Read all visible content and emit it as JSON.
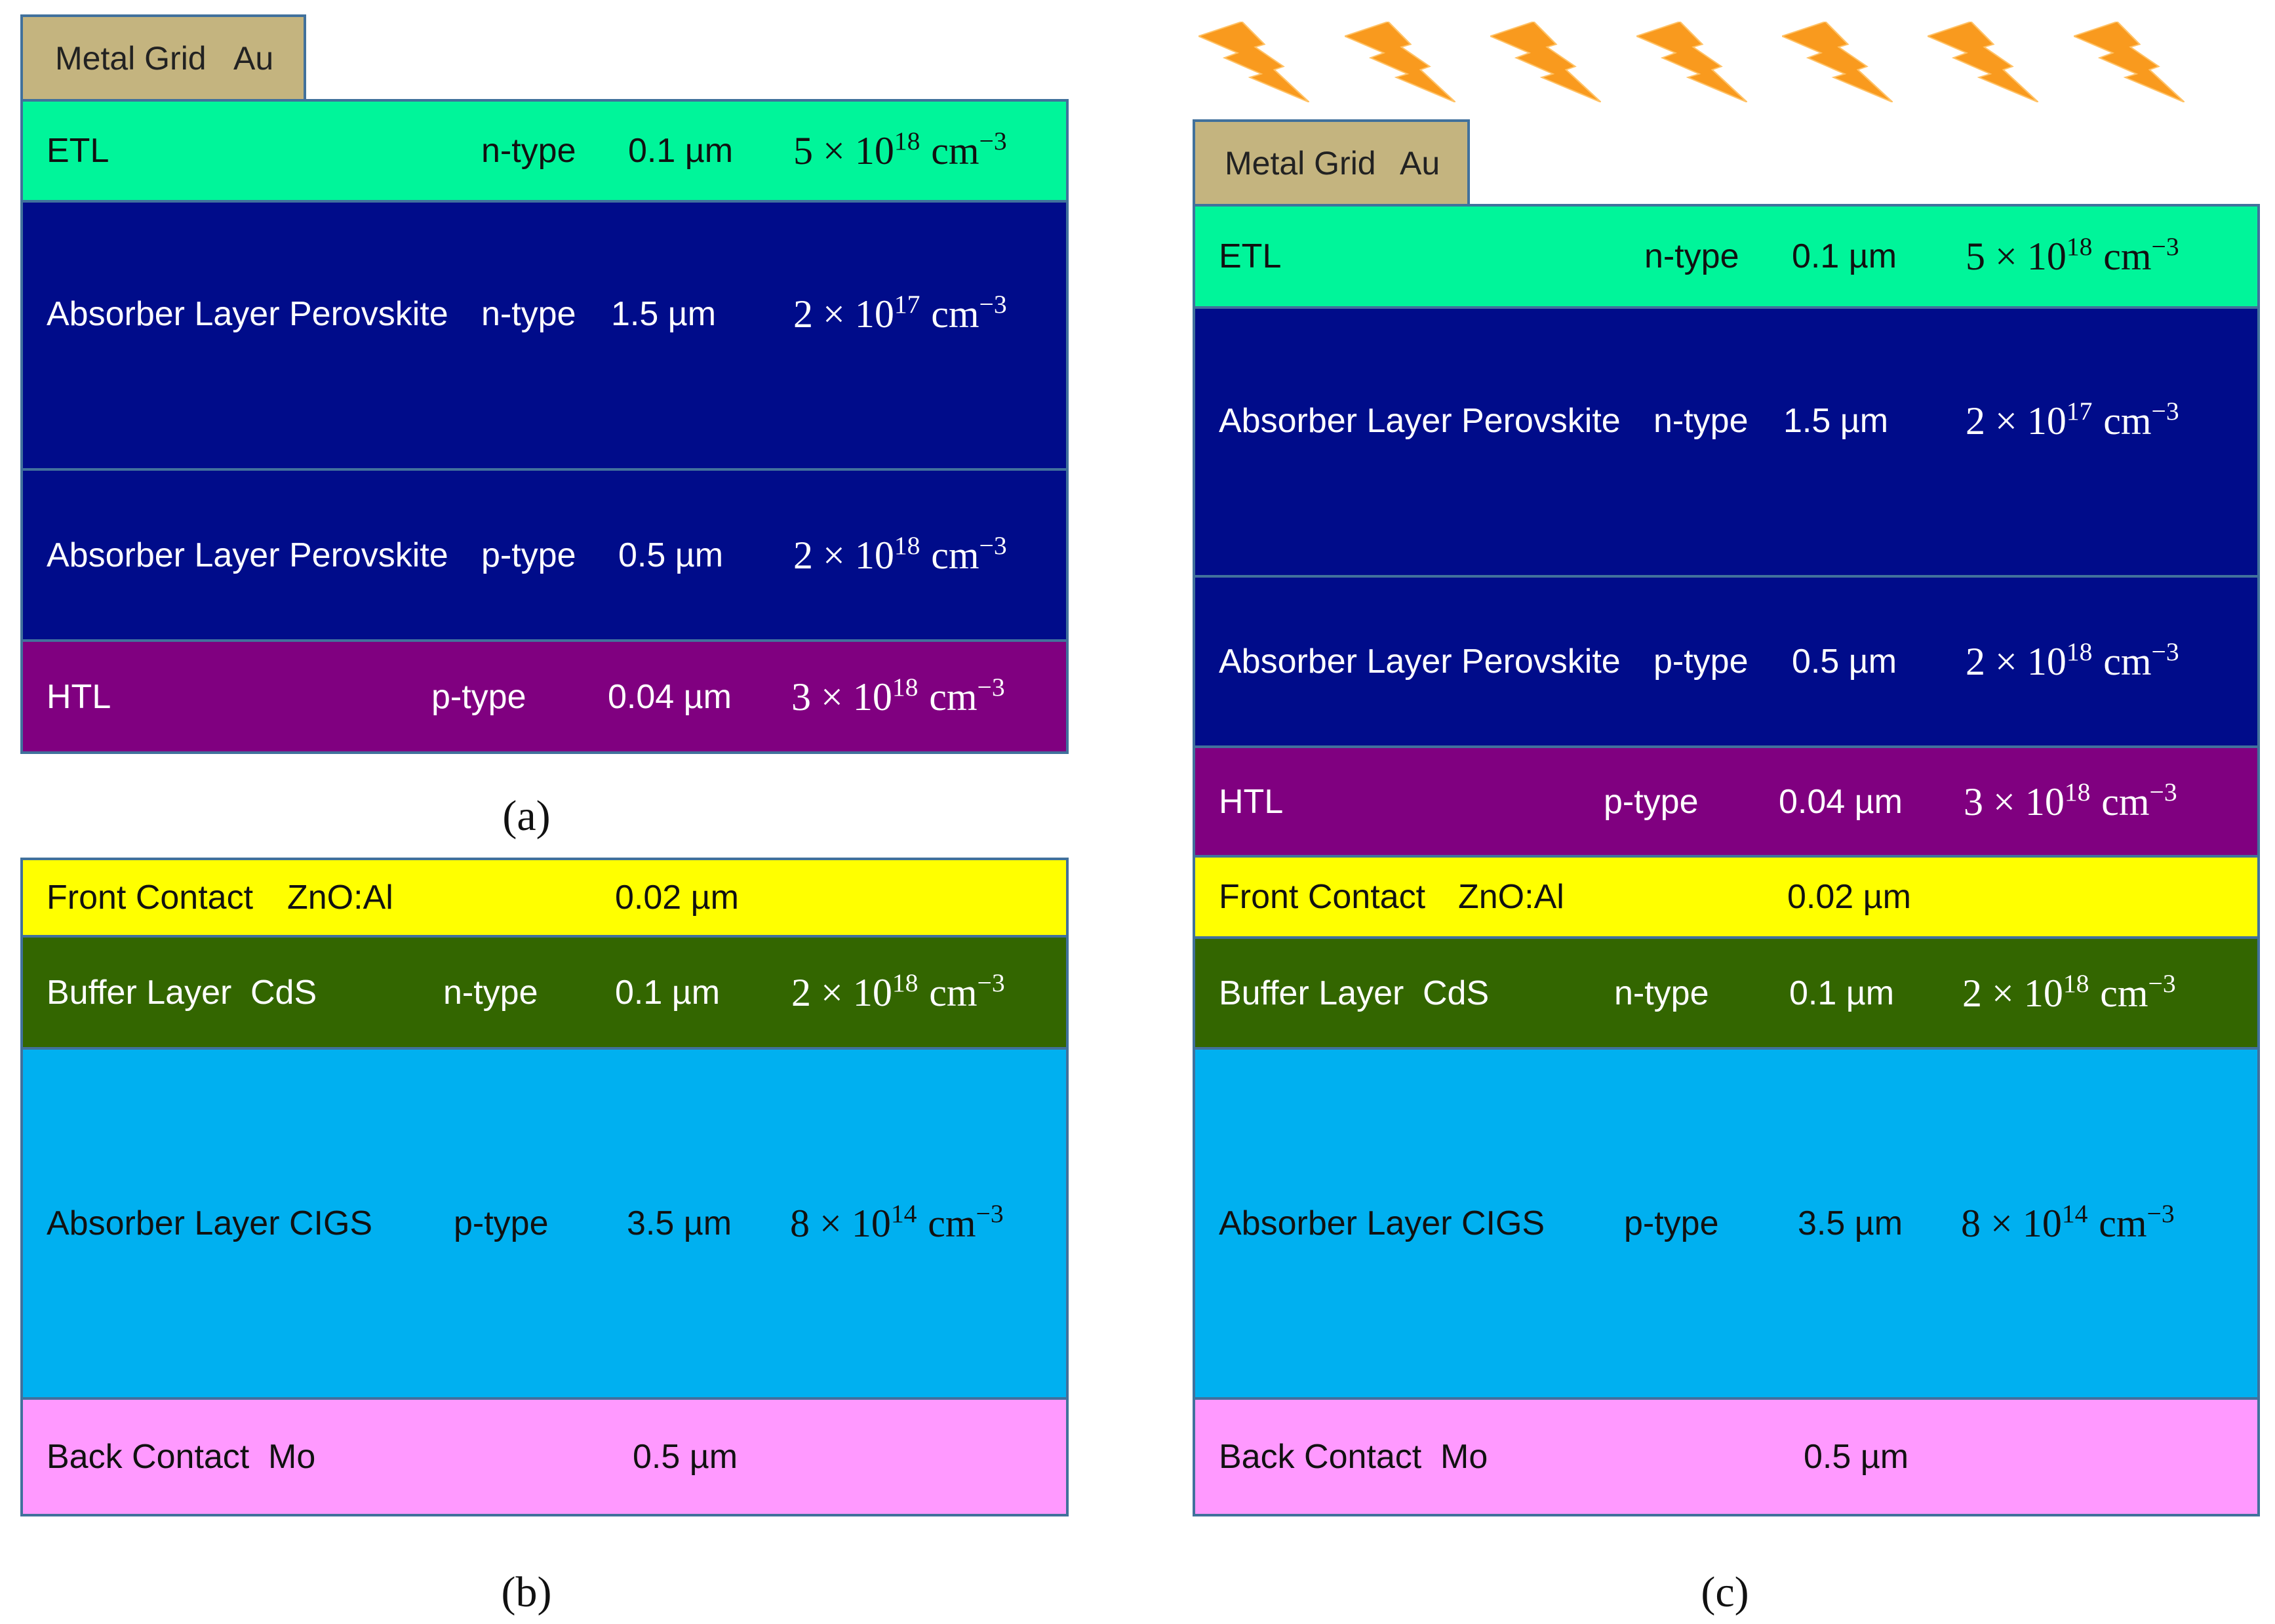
{
  "panels": {
    "a": {
      "caption": "(a)",
      "metal_grid": {
        "label": "Metal Grid",
        "material": "Au"
      },
      "layers": [
        {
          "name": "ETL",
          "type": "n-type",
          "thickness": "0.1 µm",
          "doping": {
            "mantissa": "5 × 10",
            "exponent": "18",
            "unit": "cm",
            "unit_exponent": "−3"
          }
        },
        {
          "name": "Absorber Layer Perovskite",
          "type": "n-type",
          "thickness": "1.5 µm",
          "doping": {
            "mantissa": "2 × 10",
            "exponent": "17",
            "unit": "cm",
            "unit_exponent": "−3"
          }
        },
        {
          "name": "Absorber Layer Perovskite",
          "type": "p-type",
          "thickness": "0.5 µm",
          "doping": {
            "mantissa": "2 × 10",
            "exponent": "18",
            "unit": "cm",
            "unit_exponent": "−3"
          }
        },
        {
          "name": "HTL",
          "type": "p-type",
          "thickness": "0.04 µm",
          "doping": {
            "mantissa": "3 × 10",
            "exponent": "18",
            "unit": "cm",
            "unit_exponent": "−3"
          }
        }
      ]
    },
    "b": {
      "caption": "(b)",
      "layers": [
        {
          "name": "Front Contact",
          "material": "ZnO:Al",
          "thickness": "0.02 µm"
        },
        {
          "name": "Buffer Layer",
          "material": "CdS",
          "type": "n-type",
          "thickness": "0.1 µm",
          "doping": {
            "mantissa": "2 × 10",
            "exponent": "18",
            "unit": "cm",
            "unit_exponent": "−3"
          }
        },
        {
          "name": "Absorber Layer CIGS",
          "type": "p-type",
          "thickness": "3.5 µm",
          "doping": {
            "mantissa": "8 × 10",
            "exponent": "14",
            "unit": "cm",
            "unit_exponent": "−3"
          }
        },
        {
          "name": "Back Contact",
          "material": "Mo",
          "thickness": "0.5 µm"
        }
      ]
    },
    "c": {
      "caption": "(c)",
      "metal_grid": {
        "label": "Metal Grid",
        "material": "Au"
      },
      "layers": [
        {
          "name": "ETL",
          "type": "n-type",
          "thickness": "0.1 µm",
          "doping": {
            "mantissa": "5 × 10",
            "exponent": "18",
            "unit": "cm",
            "unit_exponent": "−3"
          }
        },
        {
          "name": "Absorber Layer Perovskite",
          "type": "n-type",
          "thickness": "1.5 µm",
          "doping": {
            "mantissa": "2 × 10",
            "exponent": "17",
            "unit": "cm",
            "unit_exponent": "−3"
          }
        },
        {
          "name": "Absorber Layer Perovskite",
          "type": "p-type",
          "thickness": "0.5 µm",
          "doping": {
            "mantissa": "2 × 10",
            "exponent": "18",
            "unit": "cm",
            "unit_exponent": "−3"
          }
        },
        {
          "name": "HTL",
          "type": "p-type",
          "thickness": "0.04 µm",
          "doping": {
            "mantissa": "3 × 10",
            "exponent": "18",
            "unit": "cm",
            "unit_exponent": "−3"
          }
        },
        {
          "name": "Front Contact",
          "material": "ZnO:Al",
          "thickness": "0.02 µm"
        },
        {
          "name": "Buffer Layer",
          "material": "CdS",
          "type": "n-type",
          "thickness": "0.1 µm",
          "doping": {
            "mantissa": "2 × 10",
            "exponent": "18",
            "unit": "cm",
            "unit_exponent": "−3"
          }
        },
        {
          "name": "Absorber Layer CIGS",
          "type": "p-type",
          "thickness": "3.5 µm",
          "doping": {
            "mantissa": "8 × 10",
            "exponent": "14",
            "unit": "cm",
            "unit_exponent": "−3"
          }
        },
        {
          "name": "Back Contact",
          "material": "Mo",
          "thickness": "0.5 µm"
        }
      ]
    }
  },
  "illumination_icon": "lightning-bolt-icon",
  "colors": {
    "metal_grid": "#c4b47f",
    "etl": "#00f59a",
    "perovskite": "#000c8a",
    "htl": "#800080",
    "front_contact": "#ffff00",
    "buffer": "#336600",
    "cigs": "#00b0f0",
    "back_contact": "#ff99ff",
    "outline": "#41719c",
    "bolt": "#f99a1e",
    "bolt_edge": "#ffc266"
  }
}
